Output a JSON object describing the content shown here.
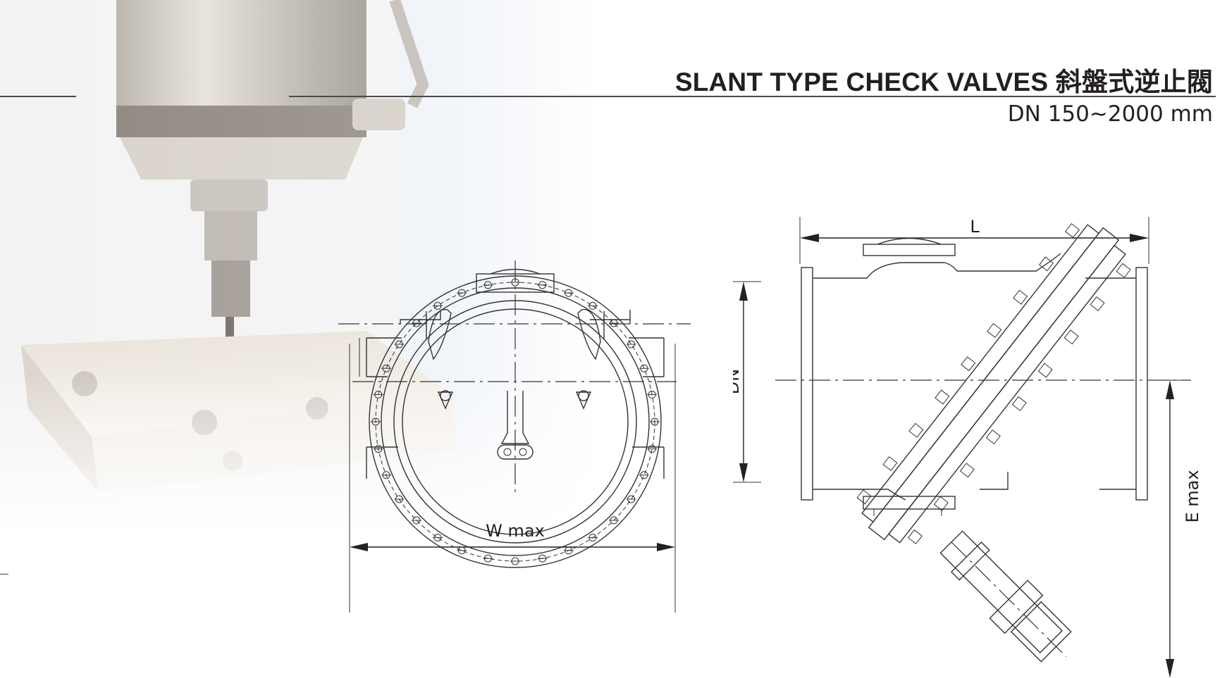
{
  "header": {
    "title": "SLANT TYPE CHECK VALVES 斜盤式逆止閥",
    "size_range": "DN 150~2000 mm"
  },
  "front_view": {
    "dimension_label": "W max"
  },
  "side_view": {
    "length_label": "L",
    "diameter_label": "DN",
    "height_label": "E max"
  },
  "colors": {
    "line": "#333333",
    "title_text": "#231f20",
    "rule": "#4a4a4a"
  }
}
